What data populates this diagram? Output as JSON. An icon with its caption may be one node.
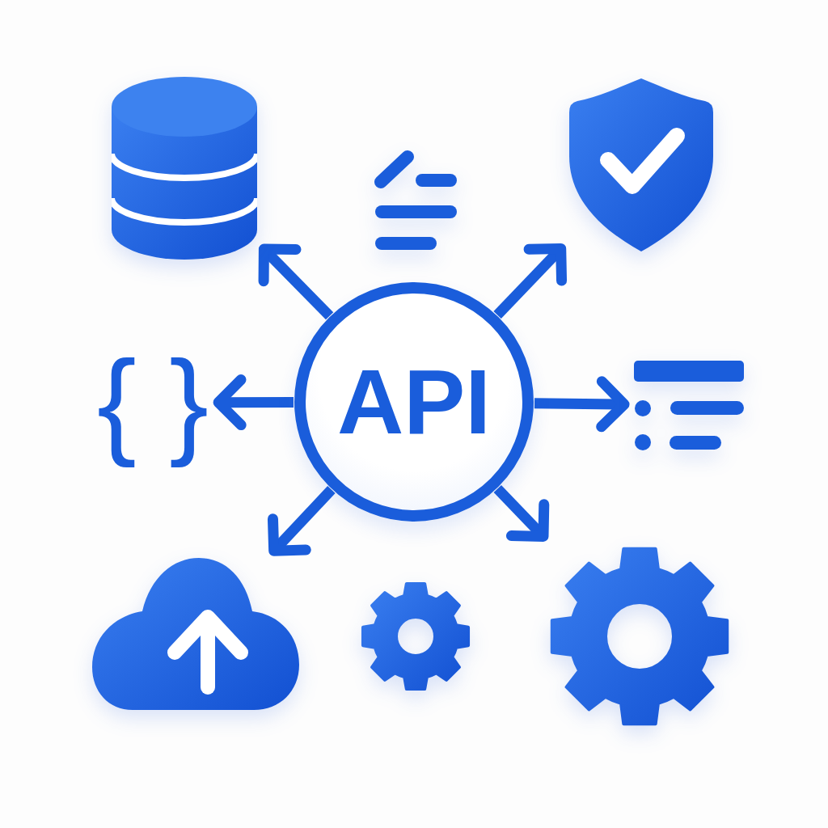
{
  "diagram": {
    "nodes": [
      {
        "text": [],
        "shape": "cylinder"
      },
      {
        "text": [],
        "shape": "picture"
      },
      {
        "text": [
          "{ }"
        ]
      },
      {
        "text": [
          "API"
        ]
      },
      {
        "text": [],
        "shape": "picture"
      },
      {
        "text": [],
        "shape": "cloud"
      },
      {
        "text": [],
        "shape": "picture"
      }
    ],
    "edges": [
      {
        "from": 3,
        "to": 0,
        "arrow": "to"
      },
      {
        "from": 3,
        "to": 1,
        "arrow": "to"
      },
      {
        "from": 3,
        "to": 2,
        "arrow": "to"
      },
      {
        "from": 3,
        "to": 4,
        "arrow": "to"
      },
      {
        "from": 3,
        "to": 5,
        "arrow": "to"
      },
      {
        "from": 3,
        "to": 6,
        "arrow": "to"
      }
    ]
  }
}
